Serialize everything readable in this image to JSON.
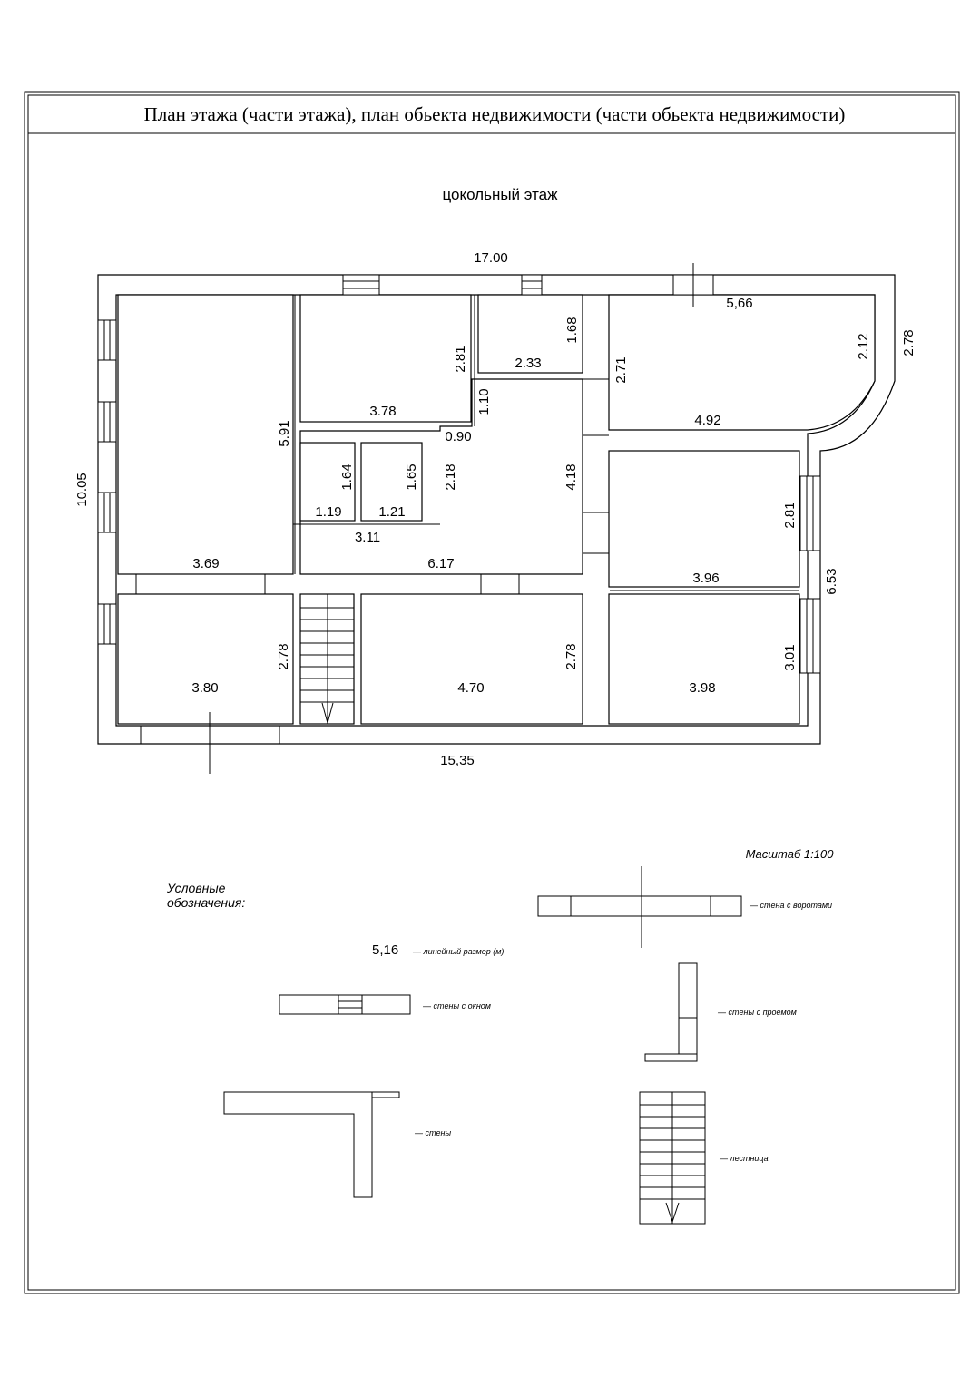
{
  "header": {
    "title": "План этажа (части этажа), план обьекта недвижимости (части обьекта недвижимости)"
  },
  "plan": {
    "floor_name": "цокольный этаж",
    "dimensions": {
      "overall_top": "17.00",
      "overall_bottom": "15,35",
      "overall_left": "10.05",
      "right_upper": "2.78",
      "right_lower": "6.53",
      "top_right_width": "5,66",
      "curve_radius": "2.12",
      "room_big_left_width": "3.69",
      "room_big_left_height": "5.91",
      "room_center_top_width": "3.78",
      "room_center_top_height": "2.81",
      "small_room_width": "2.33",
      "small_room_height": "1.68",
      "corridor_offset": "1.10",
      "corridor_gap": "0.90",
      "mid_right_height": "2.71",
      "right_top_room_width": "4.92",
      "hall_height": "4.18",
      "hall_width": "6.17",
      "wc1_height": "1.64",
      "wc2_height": "1.65",
      "wc_block_height": "2.18",
      "wc1_width": "1.19",
      "wc2_width": "1.21",
      "wc_block_width": "3.11",
      "right_mid_room_height": "2.81",
      "right_mid_room_width": "3.96",
      "bottom_left_height": "2.78",
      "bottom_left_width": "3.80",
      "bottom_center_height": "2.78",
      "bottom_center_width": "4.70",
      "bottom_right_height": "3.01",
      "bottom_right_width": "3.98"
    }
  },
  "legend": {
    "scale": "Масштаб 1:100",
    "title_line1": "Условные",
    "title_line2": "обозначения:",
    "linear_example_value": "5,16",
    "linear_label": "— линейный размер (м)",
    "gate_label": "— стена с воротами",
    "window_label": "— стены с окном",
    "doorway_label": "— стены с проемом",
    "walls_label": "— стены",
    "stairs_label": "— лестница"
  }
}
